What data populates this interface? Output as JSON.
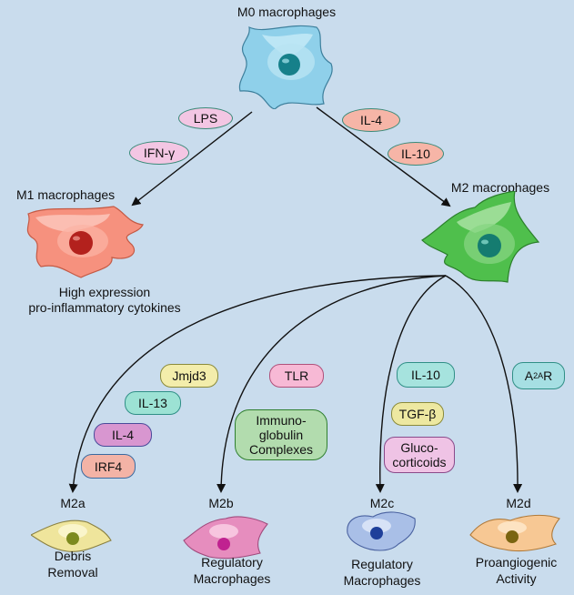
{
  "colors": {
    "background": "#c9dced",
    "m0": "#8fd0ea",
    "m1": "#f6917e",
    "m2": "#4fbf4c",
    "m2a": "#efe59c",
    "m2b": "#e68dbe",
    "m2c": "#a9bfe7",
    "m2d": "#f7c894"
  },
  "nodes": {
    "m0": {
      "label": "M0 macrophages"
    },
    "m1": {
      "label": "M1 macrophages",
      "desc_line1": "High expression",
      "desc_line2": "pro-inflammatory cytokines"
    },
    "m2": {
      "label": "M2 macrophages"
    },
    "m2a": {
      "label": "M2a",
      "desc_line1": "Debris",
      "desc_line2": "Removal"
    },
    "m2b": {
      "label": "M2b",
      "desc_line1": "Regulatory",
      "desc_line2": "Macrophages"
    },
    "m2c": {
      "label": "M2c",
      "desc_line1": "Regulatory",
      "desc_line2": "Macrophages"
    },
    "m2d": {
      "label": "M2d",
      "desc_line1": "Proangiogenic",
      "desc_line2": "Activity"
    }
  },
  "stimuli": {
    "lps": "LPS",
    "ifn": "IFN-γ",
    "il4": "IL-4",
    "il10": "IL-10",
    "jmjd3": "Jmjd3",
    "il13": "IL-13",
    "m2a_il4": "IL-4",
    "irf4": "IRF4",
    "tlr": "TLR",
    "immuno_l1": "Immuno-",
    "immuno_l2": "globulin",
    "immuno_l3": "Complexes",
    "m2c_il10": "IL-10",
    "tgfb": "TGF-β",
    "gluco_l1": "Gluco-",
    "gluco_l2": "corticoids",
    "a2a_main": "A",
    "a2a_sub": "2A",
    "a2a_tail": "R"
  }
}
